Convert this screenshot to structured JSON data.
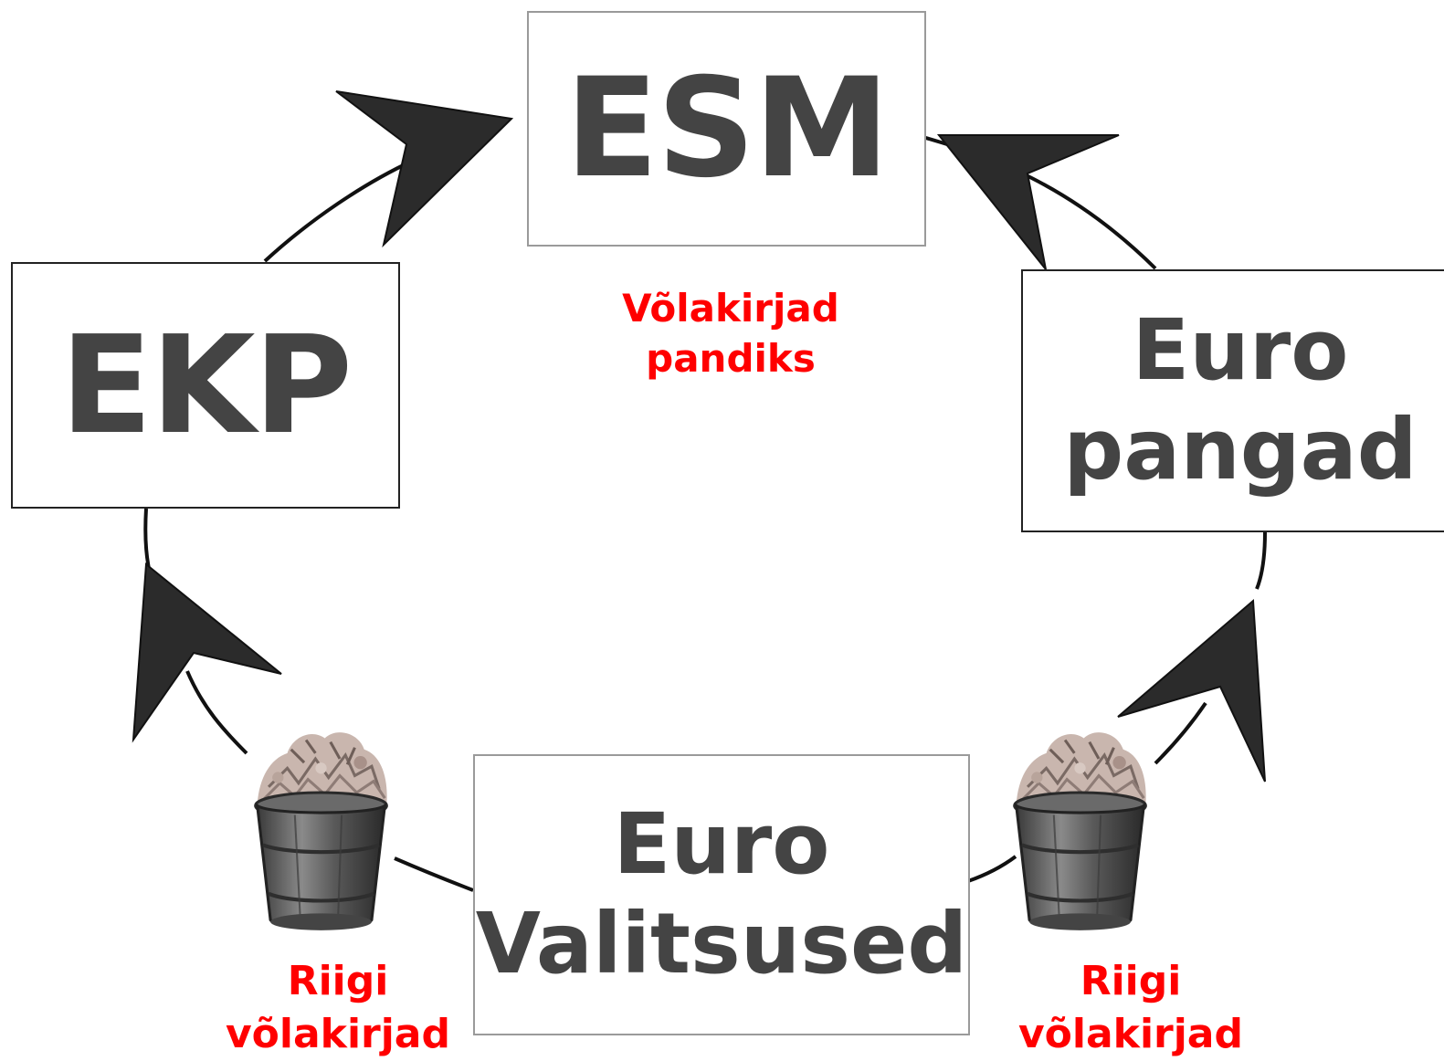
{
  "nodes": {
    "esm": {
      "label": "ESM"
    },
    "ekp": {
      "label": "EKP"
    },
    "banks": {
      "line1": "Euro",
      "line2": "pangad"
    },
    "governments": {
      "line1": "Euro",
      "line2": "Valitsused"
    }
  },
  "captions": {
    "esm_collateral": {
      "line1": "Võlakirjad",
      "line2": "pandiks"
    },
    "left_bonds": {
      "line1": "Riigi",
      "line2": "võlakirjad"
    },
    "right_bonds": {
      "line1": "Riigi",
      "line2": "võlakirjad"
    }
  },
  "icons": {
    "arrows": "arrowhead-icon",
    "trash": "trash-can-icon"
  },
  "colors": {
    "box_text": "#444444",
    "caption_text": "#ff0000",
    "arrow": "#2b2b2b",
    "cycle_line": "#111111"
  }
}
